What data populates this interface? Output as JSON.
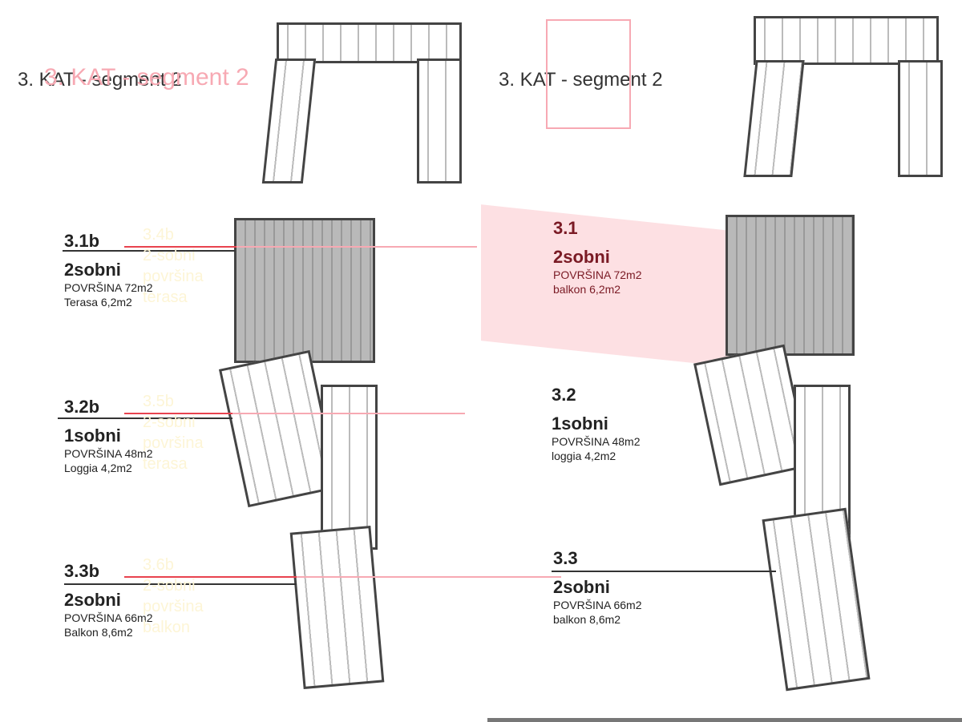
{
  "header": {
    "left_title": "3. KAT - segment 2",
    "left_title_overlay": "3. KAT - segment 2",
    "right_title": "3. KAT - segment 2"
  },
  "left_units": [
    {
      "code": "3.1b",
      "type": "2sobni",
      "area": "POVRŠINA 72m2",
      "extra": "Terasa 6,2m2",
      "faint": [
        "3.4b",
        "2-sobni",
        "površina",
        "terasa"
      ]
    },
    {
      "code": "3.2b",
      "type": "1sobni",
      "area": "POVRŠINA 48m2",
      "extra": "Loggia 4,2m2",
      "faint": [
        "3.5b",
        "2-sobni",
        "površina",
        "terasa"
      ]
    },
    {
      "code": "3.3b",
      "type": "2sobni",
      "area": "POVRŠINA 66m2",
      "extra": "Balkon 8,6m2",
      "faint": [
        "3.6b",
        "2-sobni",
        "površina",
        "balkon"
      ]
    }
  ],
  "right_units": [
    {
      "code": "3.1",
      "type": "2sobni",
      "area": "POVRŠINA 72m2",
      "extra": "balkon 6,2m2"
    },
    {
      "code": "3.2",
      "type": "1sobni",
      "area": "POVRŠINA 48m2",
      "extra": "loggia 4,2m2"
    },
    {
      "code": "3.3",
      "type": "2sobni",
      "area": "POVRŠINA 66m2",
      "extra": "balkon 8,6m2"
    }
  ],
  "colors": {
    "accent": "#e8434f",
    "pink": "#f7a9b3",
    "highlight": "#fde0e3"
  }
}
